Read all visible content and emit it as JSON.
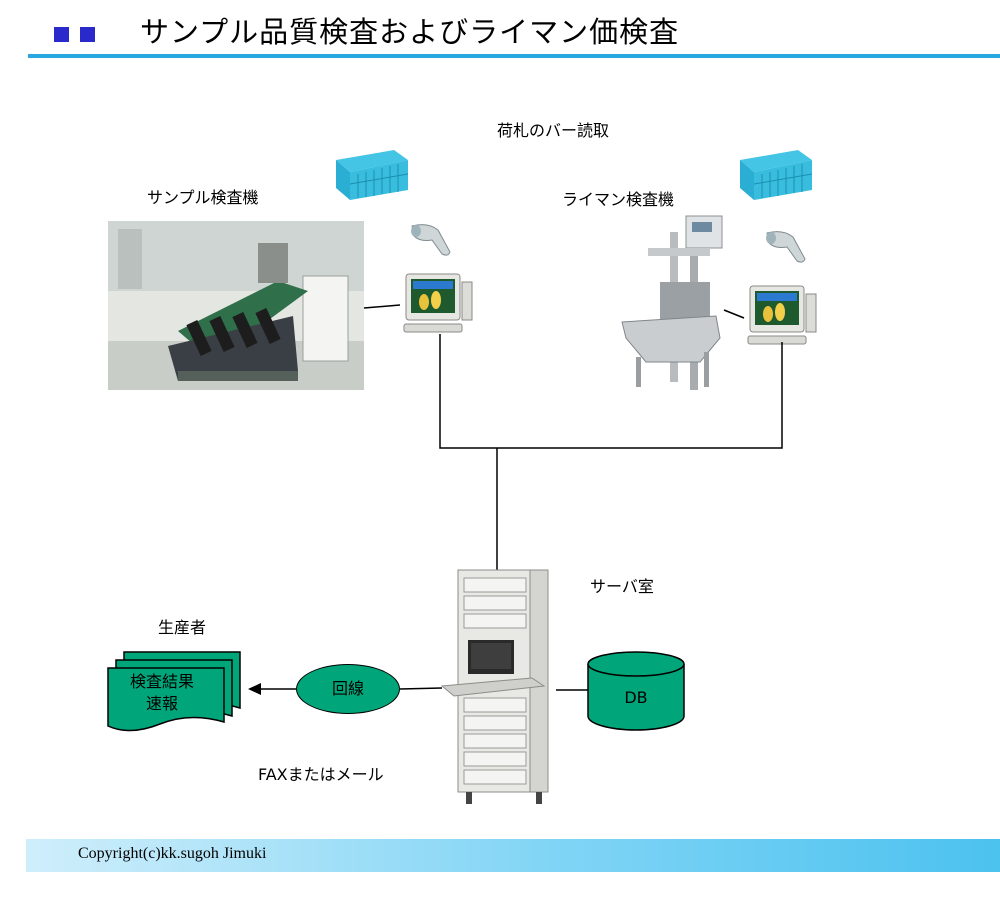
{
  "header": {
    "title": "サンプル品質検査およびライマン価検査",
    "accent_color": "#2a2acc",
    "rule_color": "#29a9e0"
  },
  "labels": {
    "barcode": "荷札のバー読取",
    "sample_machine": "サンプル検査機",
    "lyman_machine": "ライマン検査機",
    "server_room": "サーバ室",
    "producer": "生産者",
    "report": "検査結果\n速報",
    "line": "回線",
    "db": "DB",
    "fax_mail": "FAXまたはメール"
  },
  "icons": [
    "crate-icon",
    "barcode-scanner-icon",
    "computer-icon",
    "server-rack-icon",
    "database-icon",
    "document-stack-icon"
  ],
  "shape_color": "#00a67a",
  "footer": {
    "copyright": "Copyright(c)kk.sugoh Jimuki"
  }
}
